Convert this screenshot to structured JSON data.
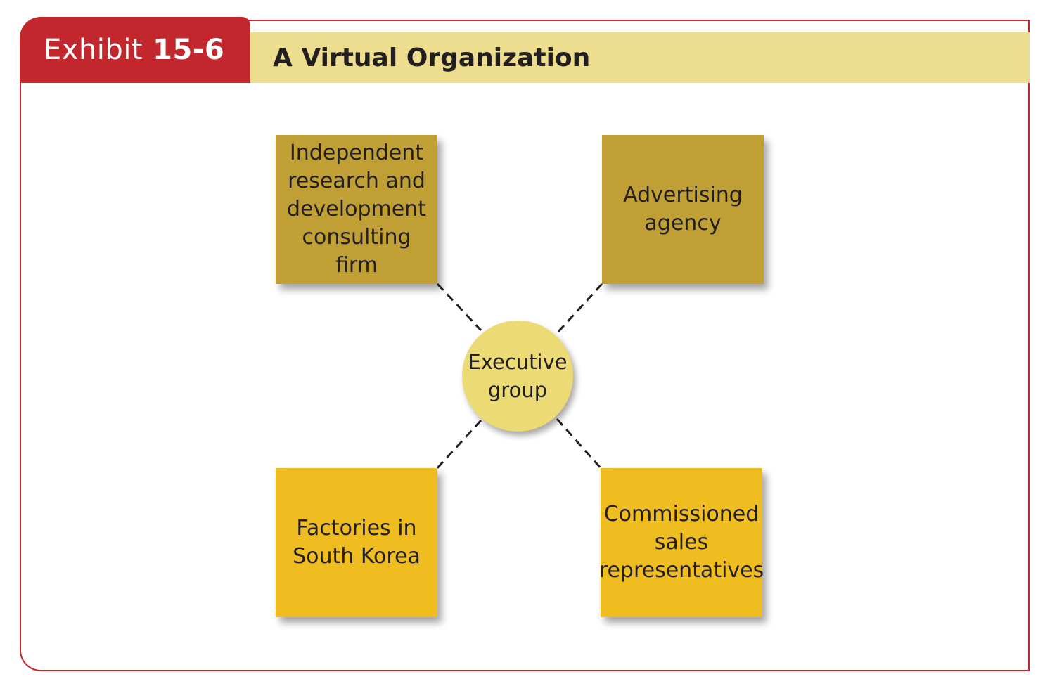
{
  "header": {
    "exhibit_label": "Exhibit",
    "exhibit_number": "15-6",
    "title": "A Virtual Organization"
  },
  "diagram": {
    "center": {
      "label": "Executive group"
    },
    "nodes": [
      {
        "id": "rnd",
        "label": "Independent research and development consulting firm"
      },
      {
        "id": "ads",
        "label": "Advertising agency"
      },
      {
        "id": "factories",
        "label": "Factories in South Korea"
      },
      {
        "id": "sales",
        "label": "Commissioned sales representatives"
      }
    ],
    "edges": [
      {
        "from": "center",
        "to": "rnd",
        "style": "dashed"
      },
      {
        "from": "center",
        "to": "ads",
        "style": "dashed"
      },
      {
        "from": "center",
        "to": "factories",
        "style": "dashed"
      },
      {
        "from": "center",
        "to": "sales",
        "style": "dashed"
      }
    ]
  },
  "colors": {
    "exhibit_tab": "#c1272d",
    "title_band": "#ecdd8f",
    "top_boxes": "#c0a035",
    "bottom_boxes": "#f0bd20",
    "center_circle": "#ecda74"
  }
}
